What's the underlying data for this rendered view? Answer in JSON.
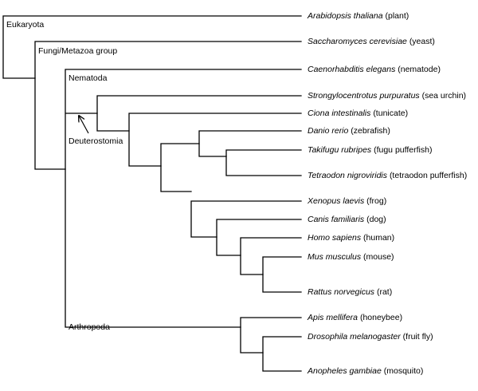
{
  "clades": {
    "eukaryota": "Eukaryota",
    "fungi_metazoa": "Fungi/Metazoa group",
    "nematoda": "Nematoda",
    "deuterostomia": "Deuterostomia",
    "arthropoda": "Arthropoda"
  },
  "taxa": [
    {
      "species": "Arabidopsis thaliana",
      "common": "(plant)"
    },
    {
      "species": "Saccharomyces cerevisiae",
      "common": "(yeast)"
    },
    {
      "species": "Caenorhabditis elegans",
      "common": "(nematode)"
    },
    {
      "species": "Strongylocentrotus purpuratus",
      "common": "(sea urchin)"
    },
    {
      "species": "Ciona intestinalis",
      "common": "(tunicate)"
    },
    {
      "species": "Danio rerio",
      "common": "(zebrafish)"
    },
    {
      "species": "Takifugu rubripes",
      "common": "(fugu pufferfish)"
    },
    {
      "species": "Tetraodon nigroviridis",
      "common": "(tetraodon pufferfish)"
    },
    {
      "species": "Xenopus laevis",
      "common": "(frog)"
    },
    {
      "species": "Canis familiaris",
      "common": "(dog)"
    },
    {
      "species": "Homo sapiens",
      "common": "(human)"
    },
    {
      "species": "Mus musculus",
      "common": "(mouse)"
    },
    {
      "species": "Rattus norvegicus",
      "common": "(rat)"
    },
    {
      "species": "Apis mellifera",
      "common": "(honeybee)"
    },
    {
      "species": "Drosophila melanogaster",
      "common": "(fruit fly)"
    },
    {
      "species": "Anopheles gambiae",
      "common": "(mosquito)"
    }
  ]
}
